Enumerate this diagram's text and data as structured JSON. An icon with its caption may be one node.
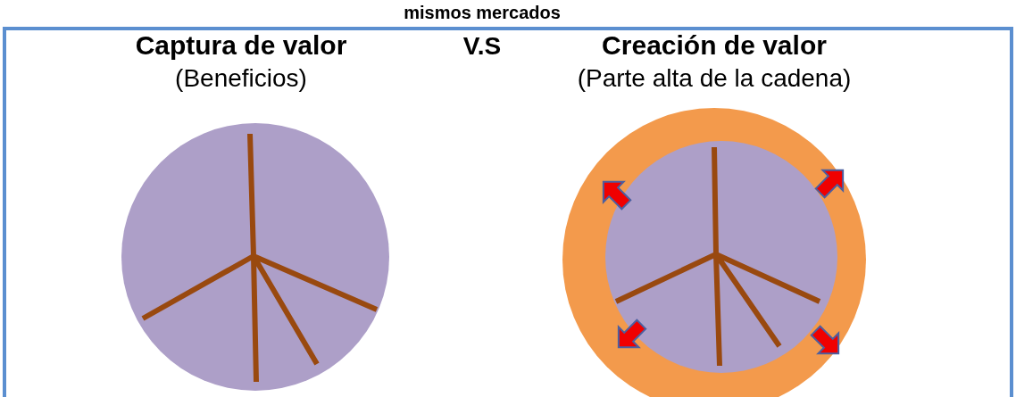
{
  "diagram": {
    "labels": [
      "mismos mercados",
      "Captura de valor",
      "(Beneficios)",
      "V.S",
      "Creación de valor",
      "(Parte alta de la cadena)"
    ]
  }
}
